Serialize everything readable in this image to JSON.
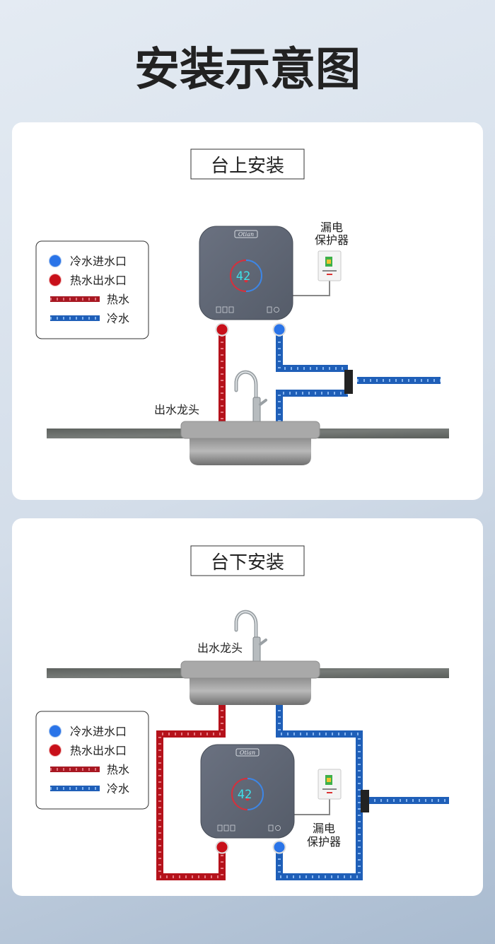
{
  "title": "安装示意图",
  "legend": {
    "cold_inlet": "冷水进水口",
    "hot_outlet": "热水出水口",
    "hot_water": "热水",
    "cold_water": "冷水"
  },
  "above_counter": {
    "heading": "台上安装",
    "faucet_label": "出水龙头",
    "protector_label_line1": "漏电",
    "protector_label_line2": "保护器",
    "display_temp": "42"
  },
  "below_counter": {
    "heading": "台下安装",
    "faucet_label": "出水龙头",
    "protector_label_line1": "漏电",
    "protector_label_line2": "保护器",
    "display_temp": "42"
  },
  "logo": "Otian",
  "colors": {
    "hot": "#c3141e",
    "cold": "#1f62c4",
    "heater": "#5f6674"
  }
}
